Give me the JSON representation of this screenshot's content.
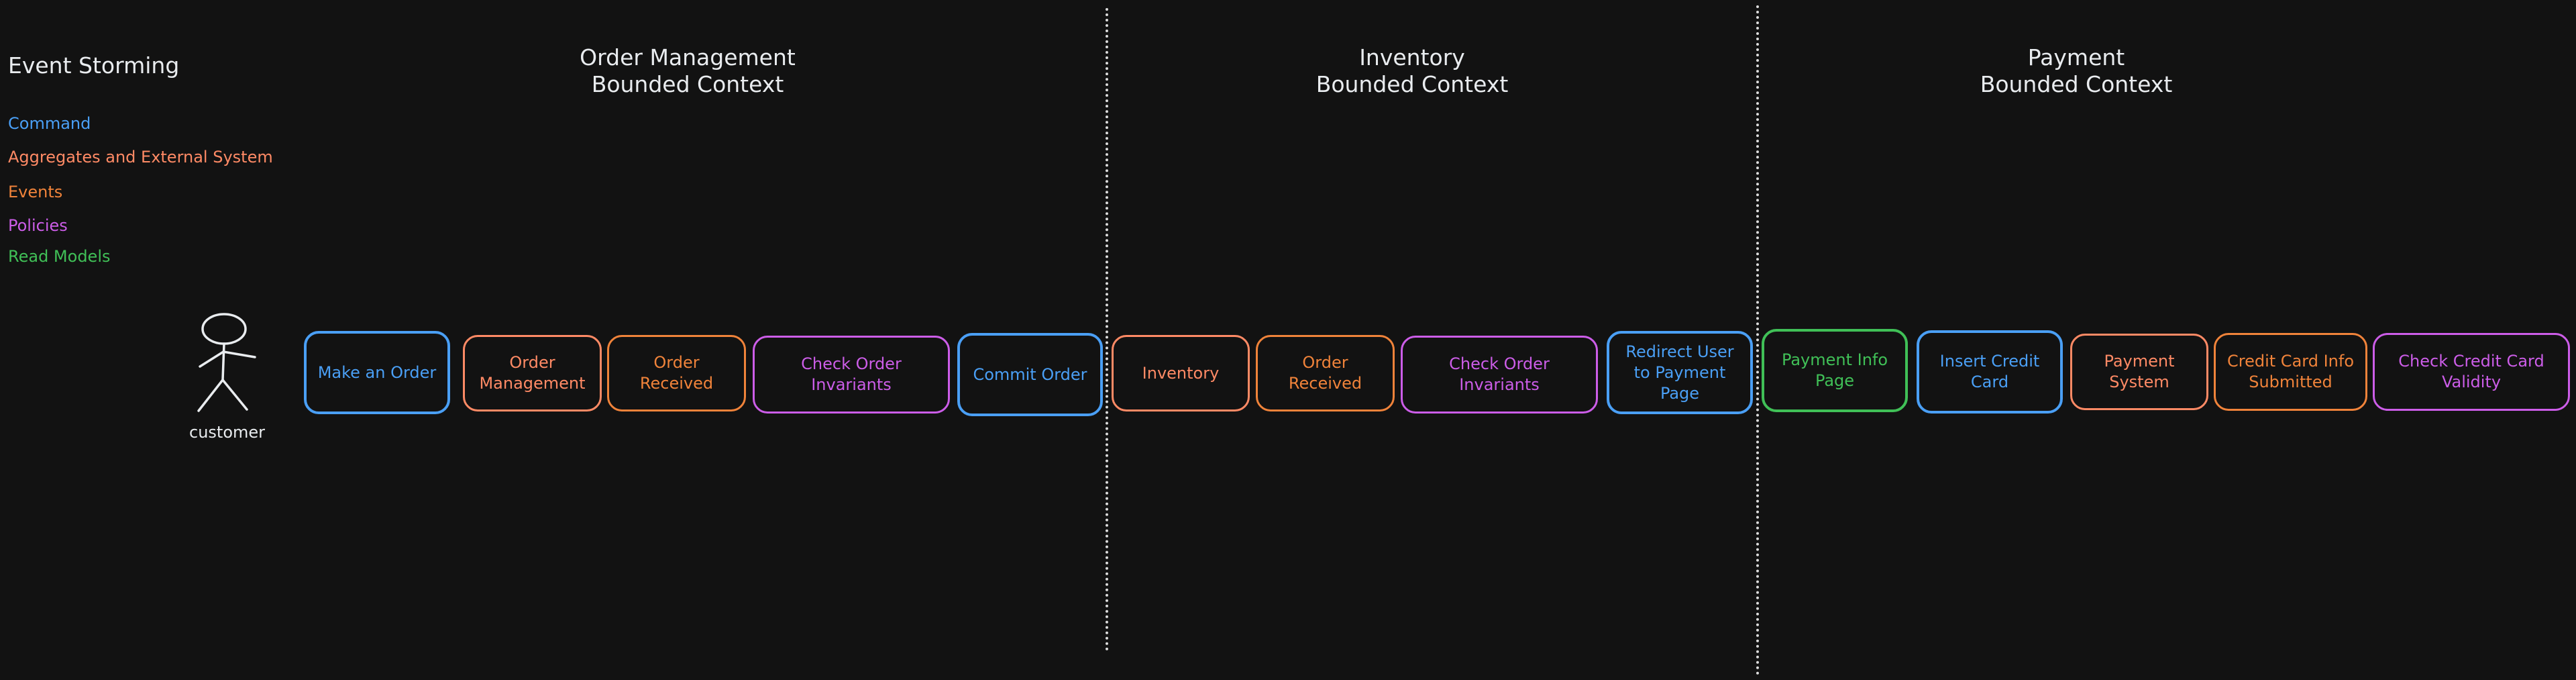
{
  "title": "Event Storming",
  "legend": {
    "command": {
      "label": "Command",
      "color": "#4a9ff5"
    },
    "aggregate": {
      "label": "Aggregates and External System",
      "color": "#ff8a65"
    },
    "event": {
      "label": "Events",
      "color": "#f0833a"
    },
    "policy": {
      "label": "Policies",
      "color": "#cc5de8"
    },
    "read_model": {
      "label": "Read Models",
      "color": "#40c057"
    }
  },
  "contexts": {
    "order": "Order Management\nBounded Context",
    "inventory": "Inventory\nBounded Context",
    "payment": "Payment\nBounded Context"
  },
  "actor": {
    "label": "customer",
    "icon": "stick-figure-icon"
  },
  "notes": {
    "make_order": "Make an Order",
    "order_management": "Order\nManagement",
    "order_received_1": "Order Received",
    "check_invariants_1": "Check Order\nInvariants",
    "commit_order": "Commit Order",
    "inventory": "Inventory",
    "order_received_2": "Order Received",
    "check_invariants_2": "Check Order\nInvariants",
    "redirect_user": "Redirect User\nto Payment\nPage",
    "payment_info_page": "Payment Info\nPage",
    "insert_credit_card": "Insert Credit\nCard",
    "payment_system": "Payment\nSystem",
    "credit_card_submitted": "Credit Card Info\nSubmitted",
    "check_credit_card": "Check Credit Card\nValidity"
  }
}
